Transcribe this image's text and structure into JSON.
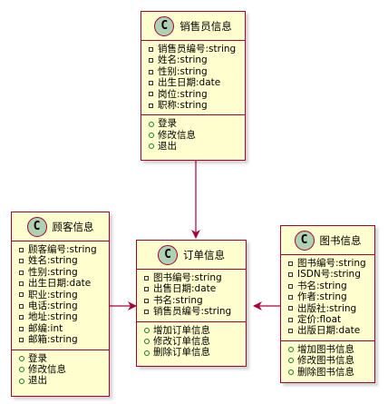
{
  "classes": {
    "sales": {
      "badge": "C",
      "name": "销售员信息",
      "attributes": [
        "销售员编号:string",
        "姓名:string",
        "性别:string",
        "出生日期:date",
        "岗位:string",
        "职称:string"
      ],
      "methods": [
        "登录",
        "修改信息",
        "退出"
      ]
    },
    "customer": {
      "badge": "C",
      "name": "顾客信息",
      "attributes": [
        "顾客编号:string",
        "姓名:string",
        "性别:string",
        "出生日期:date",
        "职业:string",
        "电话:string",
        "地址:string",
        "邮编:int",
        "邮箱:string"
      ],
      "methods": [
        "登录",
        "修改信息",
        "退出"
      ]
    },
    "order": {
      "badge": "C",
      "name": "订单信息",
      "attributes": [
        "图书编号:string",
        "出售日期:date",
        "书名:string",
        "销售员编号:string"
      ],
      "methods": [
        "增加订单信息",
        "修改订单信息",
        "删除订单信息"
      ]
    },
    "book": {
      "badge": "C",
      "name": "图书信息",
      "attributes": [
        "图书编号:string",
        "ISDN号:string",
        "书名:string",
        "作者:string",
        "出版社:string",
        "定价:float",
        "出版日期:date"
      ],
      "methods": [
        "增加图书信息",
        "修改图书信息",
        "删除图书信息"
      ]
    }
  },
  "colors": {
    "fill": "#fefece",
    "border": "#a80036",
    "badge": "#add1b2",
    "arrow": "#a80036"
  }
}
